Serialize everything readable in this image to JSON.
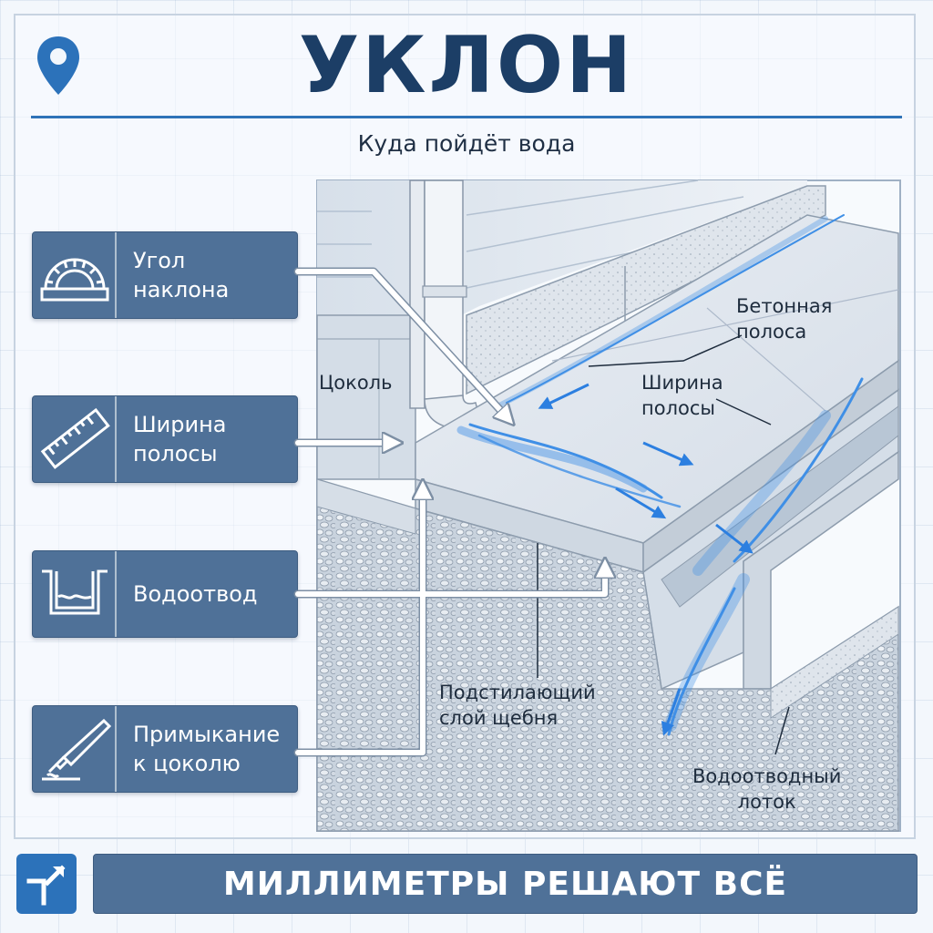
{
  "header": {
    "title": "УКЛОН",
    "subtitle": "Куда пойдёт вода",
    "icon": "map-pin-icon"
  },
  "cards": [
    {
      "label": "Угол\nнаклона",
      "icon": "protractor-icon"
    },
    {
      "label": "Ширина\nполосы",
      "icon": "ruler-icon"
    },
    {
      "label": "Водоотвод",
      "icon": "water-tray-icon"
    },
    {
      "label": "Примыкание\nк цоколю",
      "icon": "sealant-gun-icon"
    }
  ],
  "diagram_labels": {
    "plinth": "Цоколь",
    "concrete_strip": "Бетонная\nполоса",
    "strip_width": "Ширина\nполосы",
    "gravel_layer": "Подстилающий\nслой щебня",
    "drain_channel": "Водоотводный\nлоток"
  },
  "footer": {
    "banner": "МИЛЛИМЕТРЫ РЕШАЮТ ВСЁ",
    "icon": "corner-arrow-icon"
  },
  "colors": {
    "title": "#1c3e66",
    "accent": "#2f73b8",
    "card": "#4f7198",
    "water": "#3f8fe6"
  }
}
